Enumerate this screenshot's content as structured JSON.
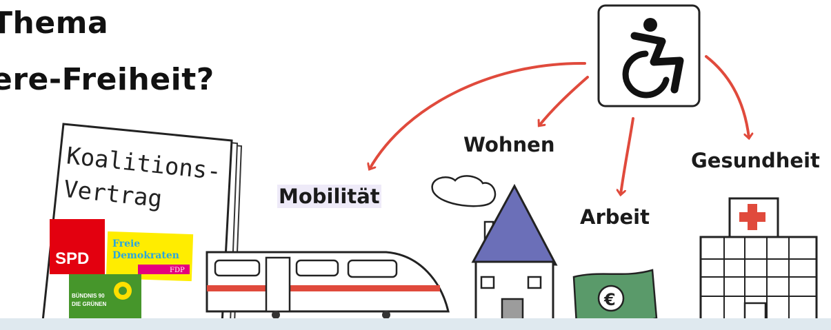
{
  "heading": {
    "line1": "Thema",
    "line2": "ere-Freiheit?"
  },
  "topics": {
    "mobility": "Mobilität",
    "housing": "Wohnen",
    "work": "Arbeit",
    "health": "Gesundheit"
  },
  "booklet": {
    "title_line1": "Koalitions-",
    "title_line2": "Vertrag",
    "parties": {
      "spd": "SPD",
      "fdp_line1": "Freie",
      "fdp_line2": "Demokraten",
      "fdp_tag": "FDP",
      "greens_line1": "BÜNDNIS 90",
      "greens_line2": "DIE GRÜNEN"
    }
  },
  "money_symbol": "€",
  "colors": {
    "arrow_red": "#e04a3c",
    "spd_red": "#e3000f",
    "fdp_yellow": "#ffed00",
    "fdp_magenta": "#e5007d",
    "green": "#46962b",
    "house_roof": "#6b6fb8",
    "banknote": "#5a9a6a",
    "highlight": "#eeeaf8"
  },
  "icons": [
    "wheelchair-icon",
    "train-icon",
    "house-icon",
    "banknote-icon",
    "hospital-icon"
  ]
}
